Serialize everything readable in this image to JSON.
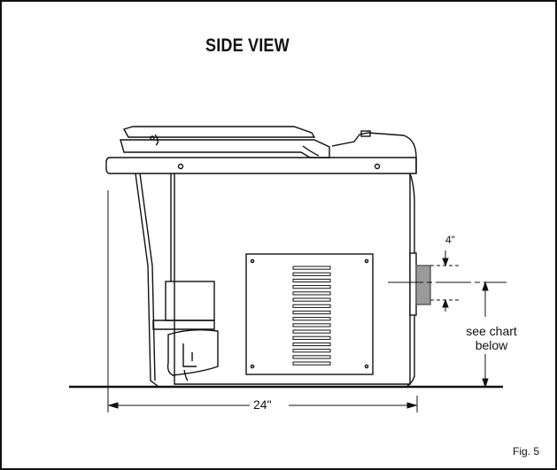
{
  "title": "SIDE VIEW",
  "figure_label": "Fig. 5",
  "dimensions": {
    "offset_label": "4\"",
    "height_label_line1": "see chart",
    "height_label_line2": "below",
    "width_label": "24\""
  }
}
